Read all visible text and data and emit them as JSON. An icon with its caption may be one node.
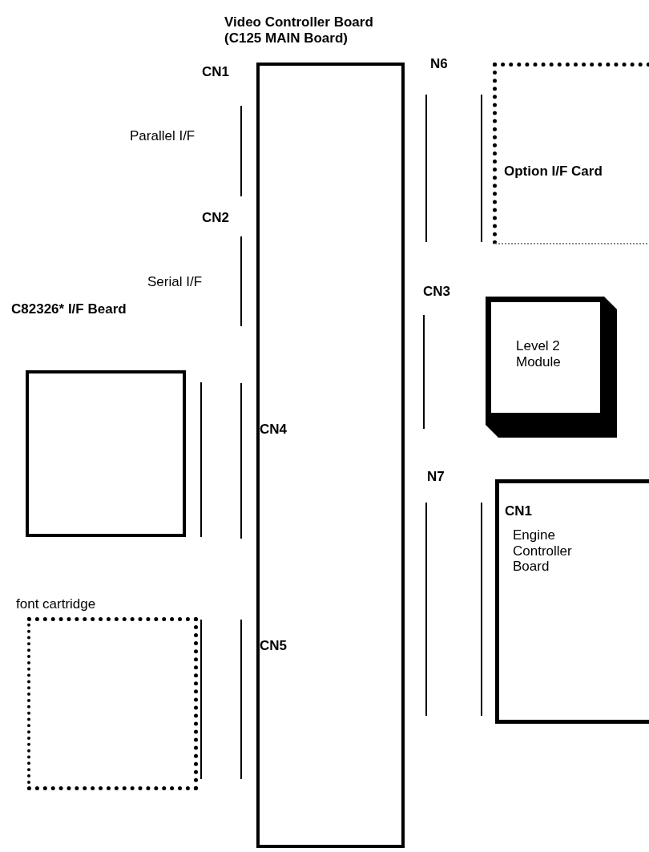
{
  "diagram": {
    "nodes": [
      {
        "text": [
          "Video Controller Board (C125 MAIN Board)",
          "CN4",
          "CN5"
        ]
      },
      {
        "text": [
          "Option I/F Card"
        ]
      },
      {
        "text": [
          "Level 2 Module"
        ]
      },
      {
        "text": [
          "CN1",
          "Engine Controller Board"
        ]
      },
      {
        "text": [
          "C82326* I/F Beard"
        ]
      },
      {
        "text": [
          "font cartridge"
        ]
      }
    ],
    "labels": [
      "CN1",
      "Parallel I/F",
      "CN2",
      "N6",
      "Serial I/F",
      "CN3",
      "N7"
    ]
  }
}
